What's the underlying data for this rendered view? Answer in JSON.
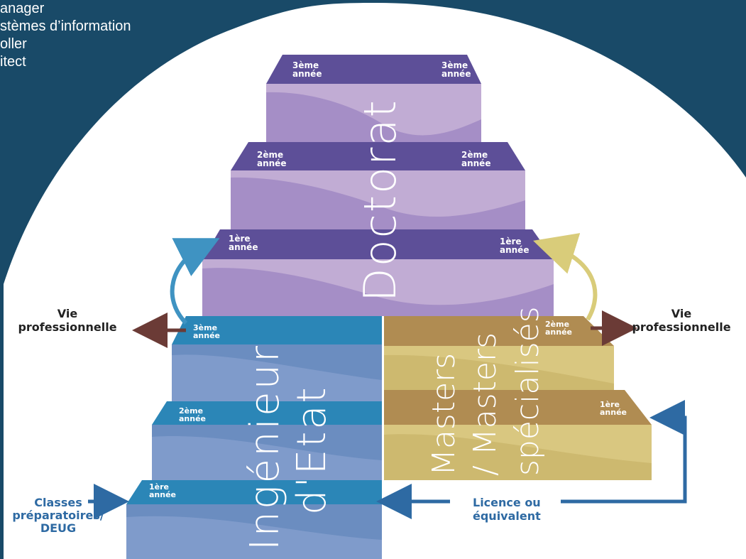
{
  "menu": {
    "items": [
      "anager",
      "stèmes d’information",
      "oller",
      "itect"
    ]
  },
  "diagram": {
    "title_doctorat": "Doctorat",
    "title_ingenieur": [
      "Ingénieur",
      "d'Etat"
    ],
    "title_masters": [
      "Masters",
      "/ Masters",
      "spécialisés"
    ],
    "doctorat_steps": [
      {
        "left": [
          "3ème",
          "année"
        ],
        "right": [
          "3ème",
          "année"
        ]
      },
      {
        "left": [
          "2ème",
          "année"
        ],
        "right": [
          "2ème",
          "année"
        ]
      },
      {
        "left": [
          "1ère",
          "année"
        ],
        "right": [
          "1ère",
          "année"
        ]
      }
    ],
    "ingenieur_steps": [
      {
        "label": [
          "3ème",
          "année"
        ]
      },
      {
        "label": [
          "2ème",
          "année"
        ]
      },
      {
        "label": [
          "1ère",
          "année"
        ]
      }
    ],
    "masters_steps": [
      {
        "label": [
          "2ème",
          "année"
        ]
      },
      {
        "label": [
          "1ère",
          "année"
        ]
      }
    ],
    "vie_left": [
      "Vie",
      "professionnelle"
    ],
    "vie_right": [
      "Vie",
      "professionnelle"
    ],
    "classes": [
      "Classes",
      "préparatoires/",
      "DEUG"
    ],
    "licence": [
      "Licence ou",
      "équivalent"
    ],
    "colors": {
      "background": "#194a68",
      "circle": "#ffffff",
      "doctorat_top": "#5d4f98",
      "doctorat_light": "#c1acd4",
      "doctorat_mid": "#a58ec6",
      "ingenieur_top": "#2b86b7",
      "ingenieur_body": "#6b8dc0",
      "masters_top": "#b08c52",
      "masters_body": "#d9c780",
      "arrow_dark": "#6b3b36",
      "arrow_blue": "#2e6aa3",
      "arrow_blue_light": "#3f93c2",
      "arrow_yellow": "#d9cc7a"
    }
  }
}
